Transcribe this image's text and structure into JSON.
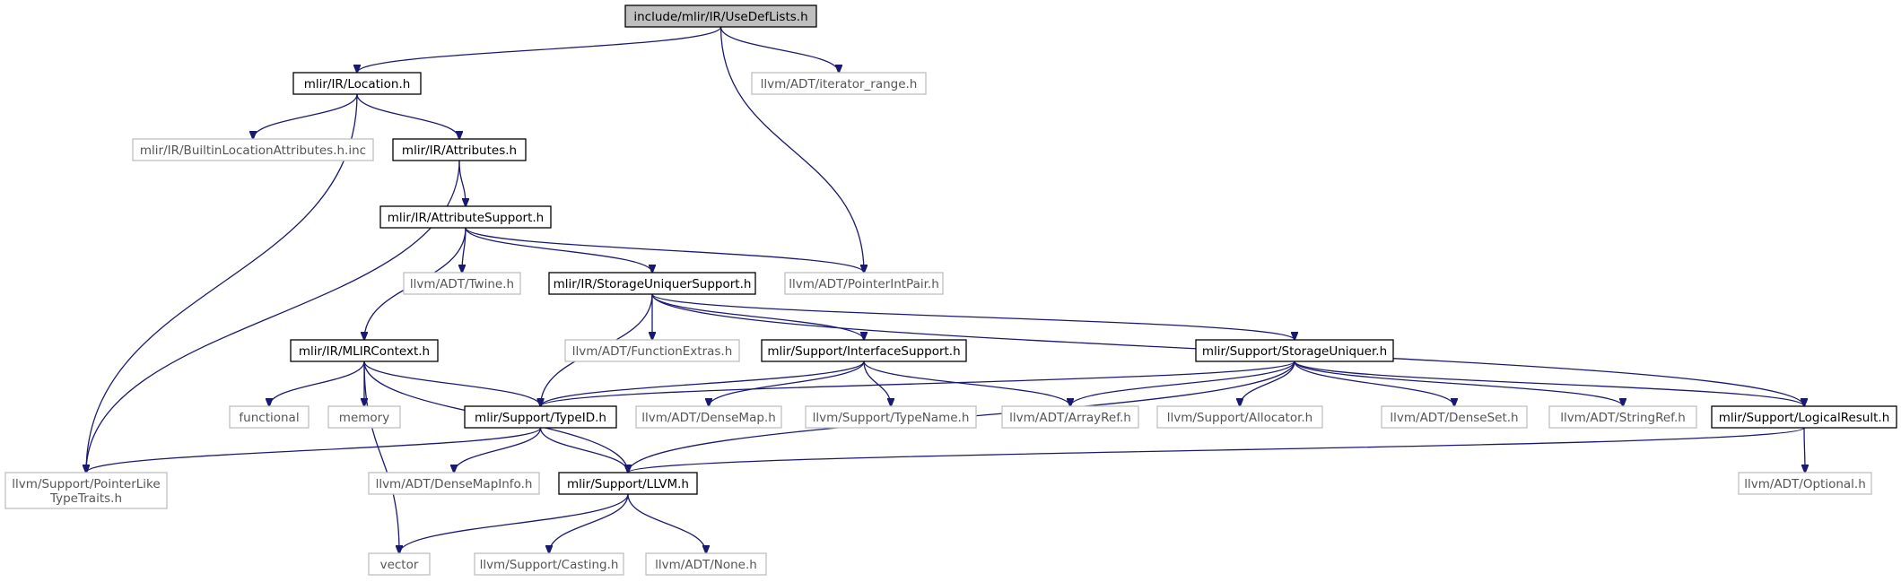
{
  "diagram": {
    "colors": {
      "root_fill": "#bfbfbf",
      "internal_border": "#000000",
      "external_border": "#bfbfbf",
      "edge": "#191970"
    },
    "nodes": [
      {
        "id": "usedeflists",
        "label": "include/mlir/IR/UseDefLists.h",
        "kind": "root"
      },
      {
        "id": "location",
        "label": "mlir/IR/Location.h",
        "kind": "internal"
      },
      {
        "id": "iterator_range",
        "label": "llvm/ADT/iterator_range.h",
        "kind": "external"
      },
      {
        "id": "builtinloc",
        "label": "mlir/IR/BuiltinLocationAttributes.h.inc",
        "kind": "external"
      },
      {
        "id": "attributes",
        "label": "mlir/IR/Attributes.h",
        "kind": "internal"
      },
      {
        "id": "attrsupport",
        "label": "mlir/IR/AttributeSupport.h",
        "kind": "internal"
      },
      {
        "id": "twine",
        "label": "llvm/ADT/Twine.h",
        "kind": "external"
      },
      {
        "id": "storageuniquersupport",
        "label": "mlir/IR/StorageUniquerSupport.h",
        "kind": "internal"
      },
      {
        "id": "pointerintpair",
        "label": "llvm/ADT/PointerIntPair.h",
        "kind": "external"
      },
      {
        "id": "mlircontext",
        "label": "mlir/IR/MLIRContext.h",
        "kind": "internal"
      },
      {
        "id": "functionextras",
        "label": "llvm/ADT/FunctionExtras.h",
        "kind": "external"
      },
      {
        "id": "interfacesupport",
        "label": "mlir/Support/InterfaceSupport.h",
        "kind": "internal"
      },
      {
        "id": "storageuniquer",
        "label": "mlir/Support/StorageUniquer.h",
        "kind": "internal"
      },
      {
        "id": "functional",
        "label": "functional",
        "kind": "external"
      },
      {
        "id": "memory",
        "label": "memory",
        "kind": "external"
      },
      {
        "id": "typeid",
        "label": "mlir/Support/TypeID.h",
        "kind": "internal"
      },
      {
        "id": "densemap",
        "label": "llvm/ADT/DenseMap.h",
        "kind": "external"
      },
      {
        "id": "typename",
        "label": "llvm/Support/TypeName.h",
        "kind": "external"
      },
      {
        "id": "arrayref",
        "label": "llvm/ADT/ArrayRef.h",
        "kind": "external"
      },
      {
        "id": "allocator",
        "label": "llvm/Support/Allocator.h",
        "kind": "external"
      },
      {
        "id": "denseset",
        "label": "llvm/ADT/DenseSet.h",
        "kind": "external"
      },
      {
        "id": "stringref",
        "label": "llvm/ADT/StringRef.h",
        "kind": "external"
      },
      {
        "id": "logicalresult",
        "label": "mlir/Support/LogicalResult.h",
        "kind": "internal"
      },
      {
        "id": "pointerlike",
        "label": "llvm/Support/PointerLike",
        "label2": "TypeTraits.h",
        "kind": "external"
      },
      {
        "id": "densemapinfo",
        "label": "llvm/ADT/DenseMapInfo.h",
        "kind": "external"
      },
      {
        "id": "llvm",
        "label": "mlir/Support/LLVM.h",
        "kind": "internal"
      },
      {
        "id": "optional",
        "label": "llvm/ADT/Optional.h",
        "kind": "external"
      },
      {
        "id": "vector",
        "label": "vector",
        "kind": "external"
      },
      {
        "id": "casting",
        "label": "llvm/Support/Casting.h",
        "kind": "external"
      },
      {
        "id": "none",
        "label": "llvm/ADT/None.h",
        "kind": "external"
      }
    ],
    "edges": [
      [
        "usedeflists",
        "location"
      ],
      [
        "usedeflists",
        "iterator_range"
      ],
      [
        "usedeflists",
        "pointerintpair"
      ],
      [
        "location",
        "pointerlike"
      ],
      [
        "location",
        "builtinloc"
      ],
      [
        "location",
        "attributes"
      ],
      [
        "attributes",
        "pointerlike"
      ],
      [
        "attributes",
        "attrsupport"
      ],
      [
        "attrsupport",
        "mlircontext"
      ],
      [
        "attrsupport",
        "twine"
      ],
      [
        "attrsupport",
        "storageuniquersupport"
      ],
      [
        "attrsupport",
        "pointerintpair"
      ],
      [
        "storageuniquersupport",
        "typeid"
      ],
      [
        "storageuniquersupport",
        "functionextras"
      ],
      [
        "storageuniquersupport",
        "interfacesupport"
      ],
      [
        "storageuniquersupport",
        "storageuniquer"
      ],
      [
        "storageuniquersupport",
        "logicalresult"
      ],
      [
        "mlircontext",
        "vector"
      ],
      [
        "mlircontext",
        "functional"
      ],
      [
        "mlircontext",
        "memory"
      ],
      [
        "mlircontext",
        "typeid"
      ],
      [
        "mlircontext",
        "llvm"
      ],
      [
        "interfacesupport",
        "typeid"
      ],
      [
        "interfacesupport",
        "densemap"
      ],
      [
        "interfacesupport",
        "typename"
      ],
      [
        "interfacesupport",
        "arrayref"
      ],
      [
        "storageuniquer",
        "typeid"
      ],
      [
        "storageuniquer",
        "arrayref"
      ],
      [
        "storageuniquer",
        "allocator"
      ],
      [
        "storageuniquer",
        "llvm"
      ],
      [
        "storageuniquer",
        "denseset"
      ],
      [
        "storageuniquer",
        "stringref"
      ],
      [
        "storageuniquer",
        "logicalresult"
      ],
      [
        "typeid",
        "pointerlike"
      ],
      [
        "typeid",
        "densemapinfo"
      ],
      [
        "typeid",
        "llvm"
      ],
      [
        "logicalresult",
        "llvm"
      ],
      [
        "logicalresult",
        "optional"
      ],
      [
        "llvm",
        "vector"
      ],
      [
        "llvm",
        "casting"
      ],
      [
        "llvm",
        "none"
      ]
    ]
  }
}
